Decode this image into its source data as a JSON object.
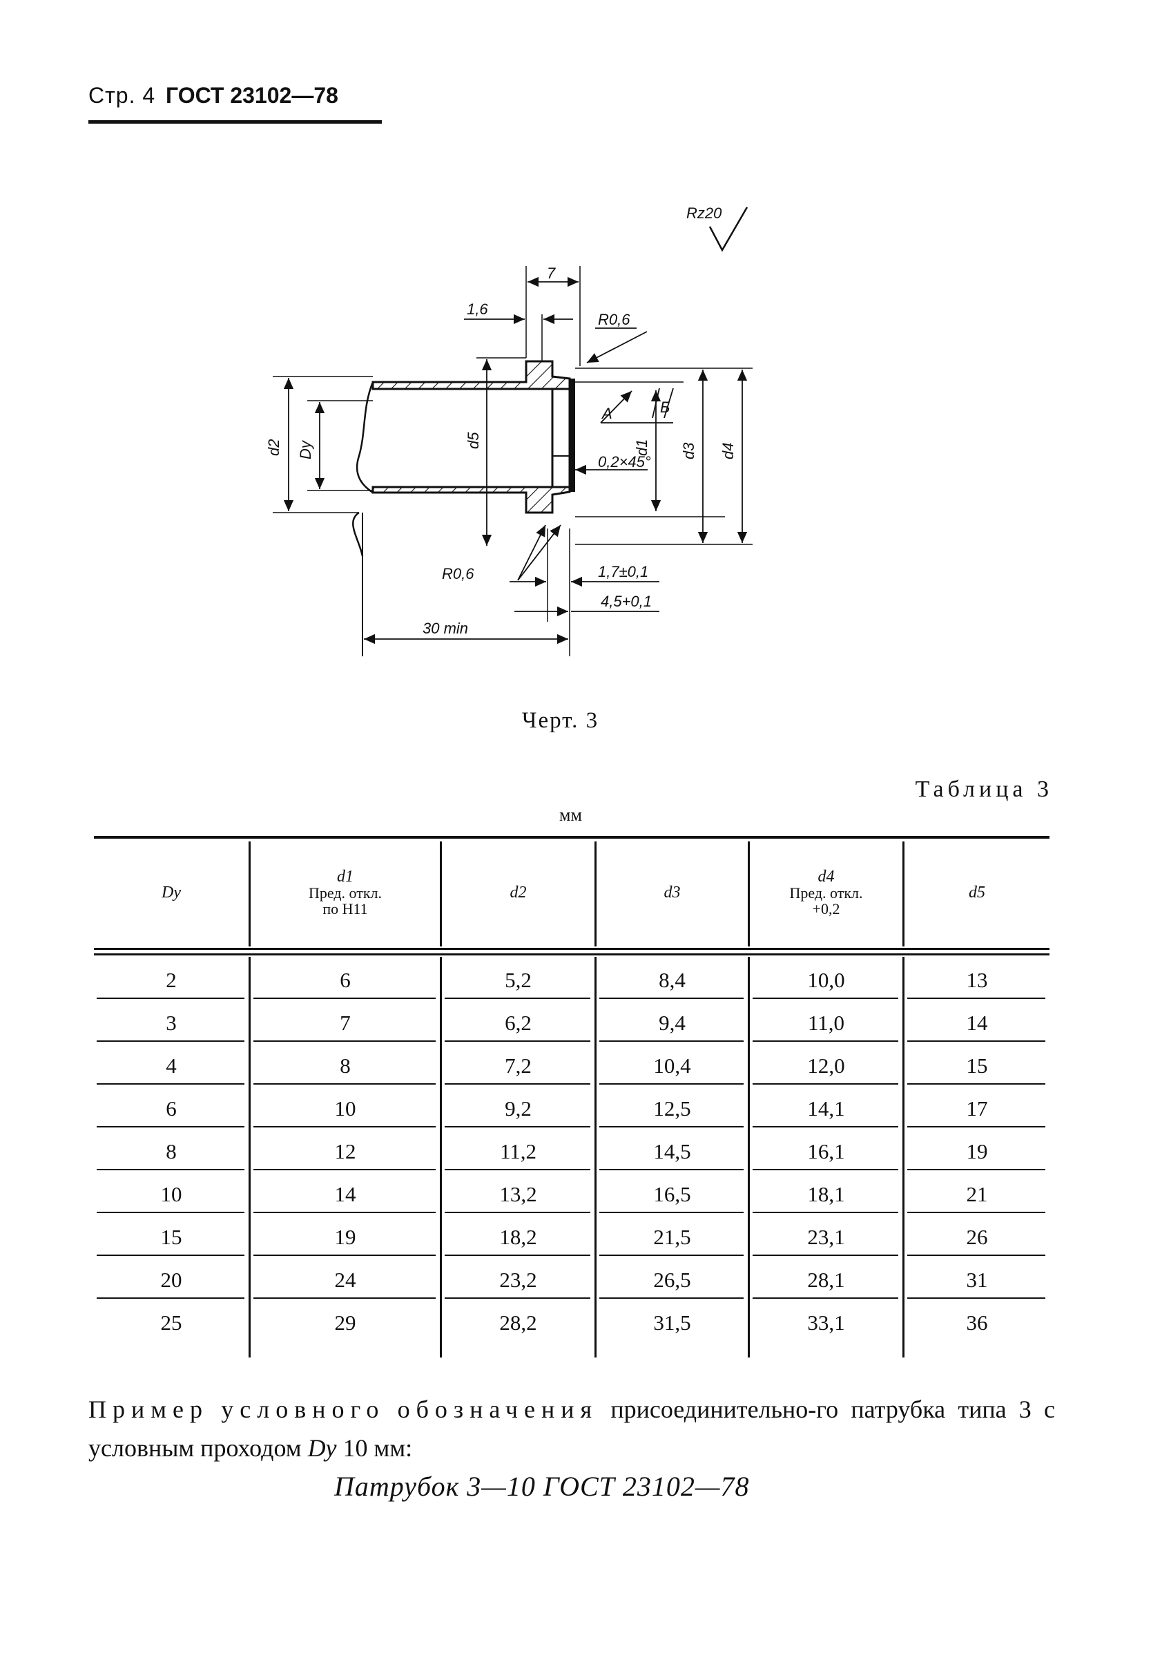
{
  "header": {
    "page": "Стр. 4",
    "standard": "ГОСТ 23102—78"
  },
  "drawing": {
    "roughness": "Rz20",
    "dims": {
      "width_7": "7",
      "width_1_6": "1,6",
      "radius_top": "R0,6",
      "radius_bottom": "R0,6",
      "chamfer": "0,2×45°",
      "dim_1_7": "1,7±0,1",
      "dim_4_5": "4,5+0,1",
      "length": "30 min"
    },
    "labels": {
      "d2": "d2",
      "dy": "Dy",
      "d5": "d5",
      "d1": "d1",
      "d3": "d3",
      "d4": "d4",
      "surface_a": "А",
      "surface_b": "Б"
    },
    "caption": "Черт. 3"
  },
  "table": {
    "title": "Таблица 3",
    "units": "мм",
    "headers": {
      "dy": "Dу",
      "d1": {
        "sym": "d1",
        "line1": "Пред. откл.",
        "line2": "по H11"
      },
      "d2": "d2",
      "d3": "d3",
      "d4": {
        "sym": "d4",
        "line1": "Пред. откл.",
        "line2": "+0,2"
      },
      "d5": "d5"
    },
    "rows": [
      [
        "2",
        "6",
        "5,2",
        "8,4",
        "10,0",
        "13"
      ],
      [
        "3",
        "7",
        "6,2",
        "9,4",
        "11,0",
        "14"
      ],
      [
        "4",
        "8",
        "7,2",
        "10,4",
        "12,0",
        "15"
      ],
      [
        "6",
        "10",
        "9,2",
        "12,5",
        "14,1",
        "17"
      ],
      [
        "8",
        "12",
        "11,2",
        "14,5",
        "16,1",
        "19"
      ],
      [
        "10",
        "14",
        "13,2",
        "16,5",
        "18,1",
        "21"
      ],
      [
        "15",
        "19",
        "18,2",
        "21,5",
        "23,1",
        "26"
      ],
      [
        "20",
        "24",
        "23,2",
        "26,5",
        "28,1",
        "31"
      ],
      [
        "25",
        "29",
        "28,2",
        "31,5",
        "33,1",
        "36"
      ]
    ]
  },
  "example": {
    "word1": "Пример",
    "word2": "условного",
    "word3": "обозначения",
    "text_a": "присоединительно-го патрубка типа 3 с условным проходом",
    "dy": "Dу",
    "text_b": "10 мм:",
    "designation": "Патрубок 3—10 ГОСТ 23102—78"
  }
}
